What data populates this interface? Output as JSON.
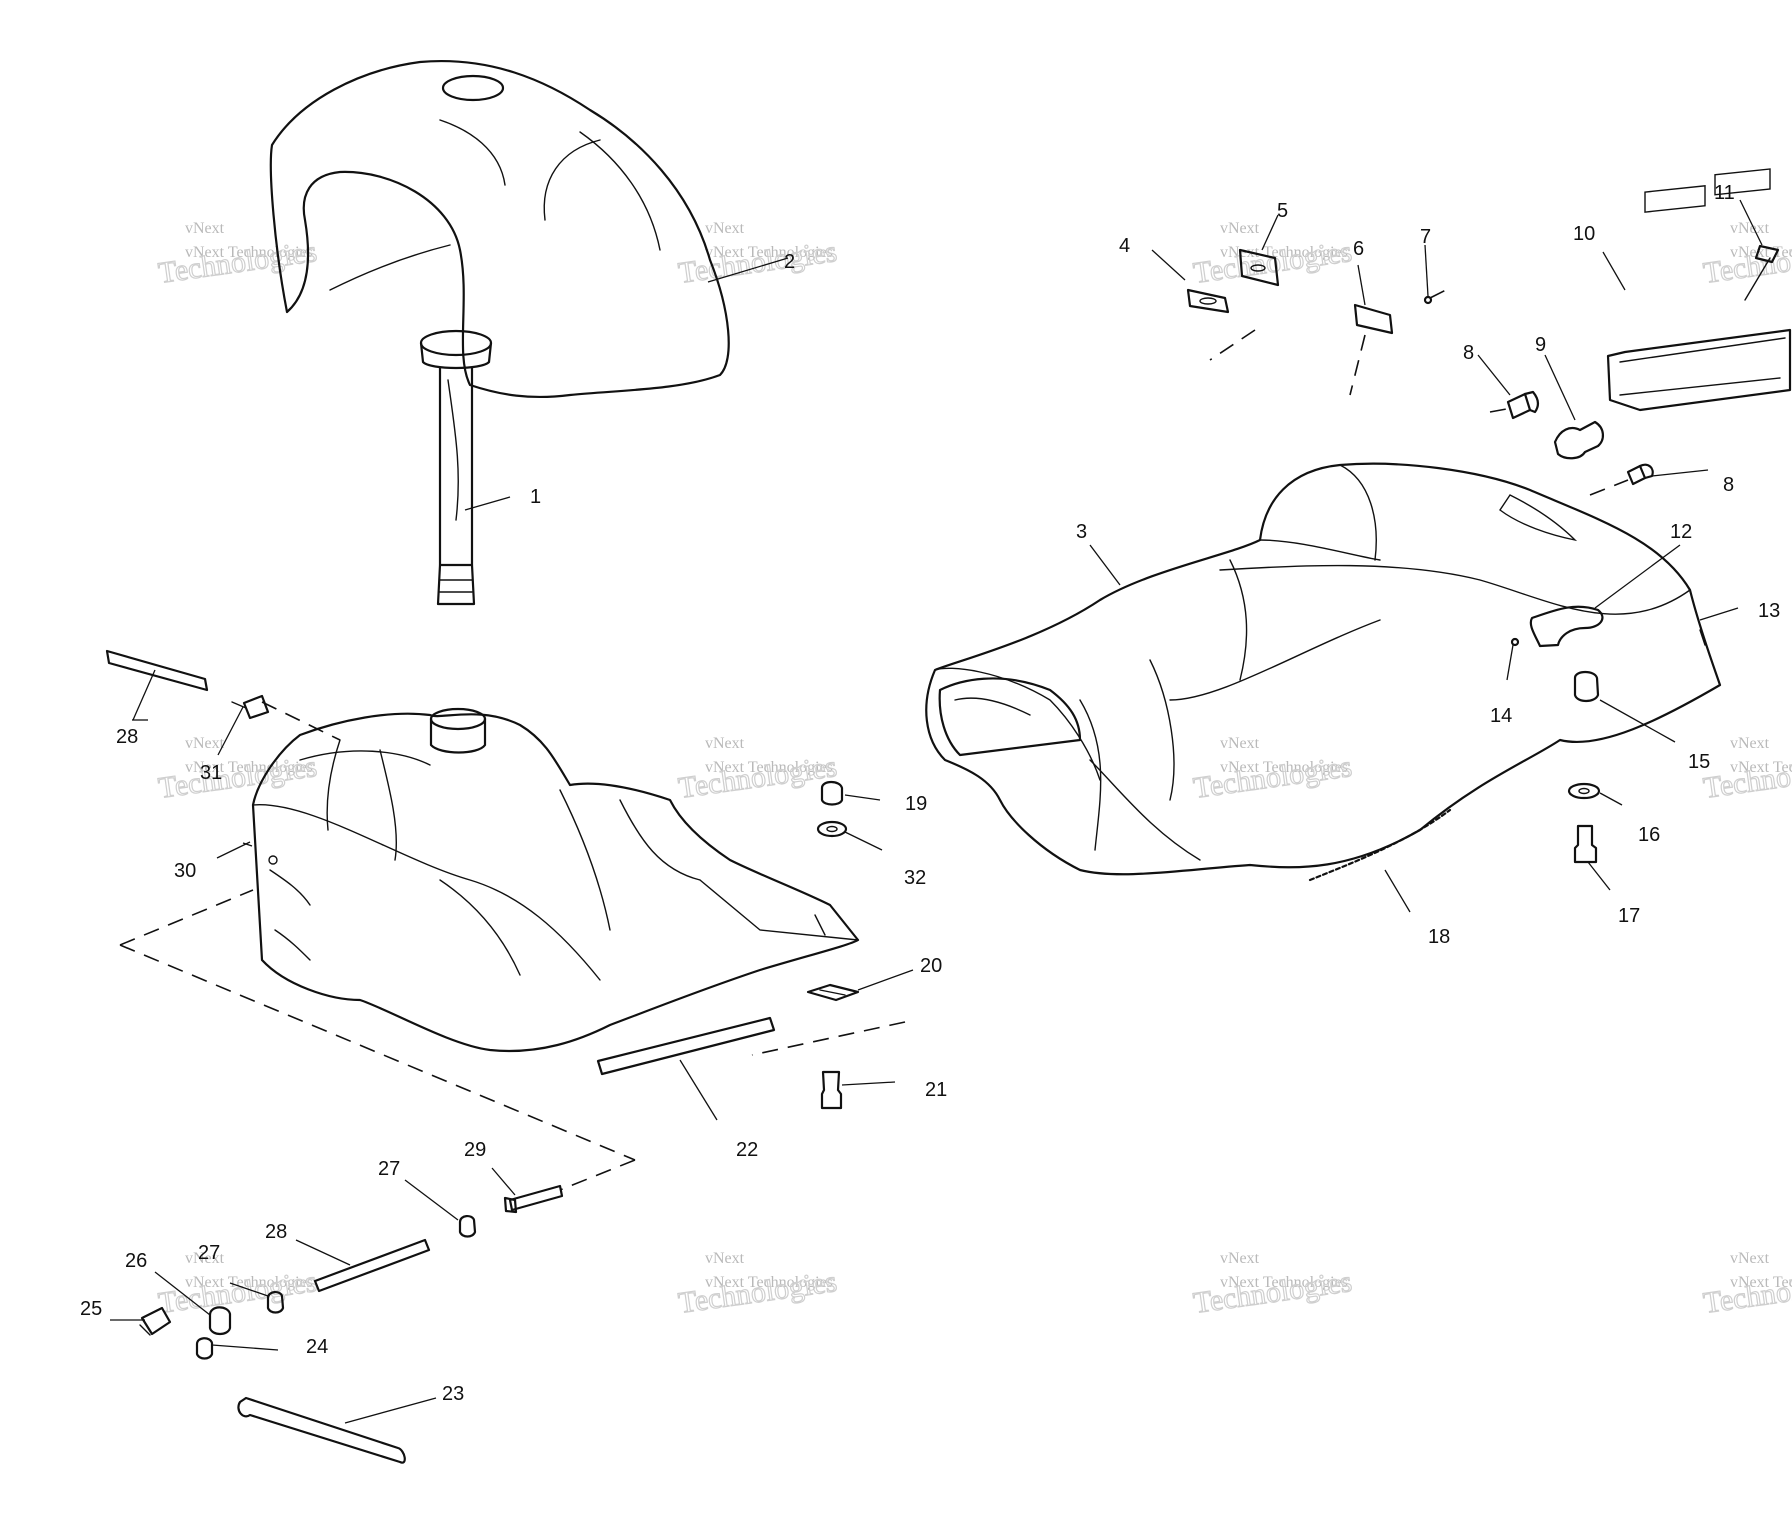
{
  "watermark": {
    "top_text": "vNext Technologies",
    "big_text": "Technologies",
    "overlay_text": "vNext"
  },
  "labels": [
    "1",
    "2",
    "3",
    "4",
    "5",
    "6",
    "7",
    "8",
    "9",
    "10",
    "11",
    "12",
    "13",
    "14",
    "15",
    "16",
    "17",
    "18",
    "19",
    "20",
    "21",
    "22",
    "23",
    "24",
    "25",
    "26",
    "27",
    "28",
    "29",
    "30",
    "31",
    "32",
    "8",
    "27",
    "28"
  ],
  "colors": {
    "line": "#111111",
    "watermark": "#c0c0c0",
    "background": "#ffffff"
  }
}
